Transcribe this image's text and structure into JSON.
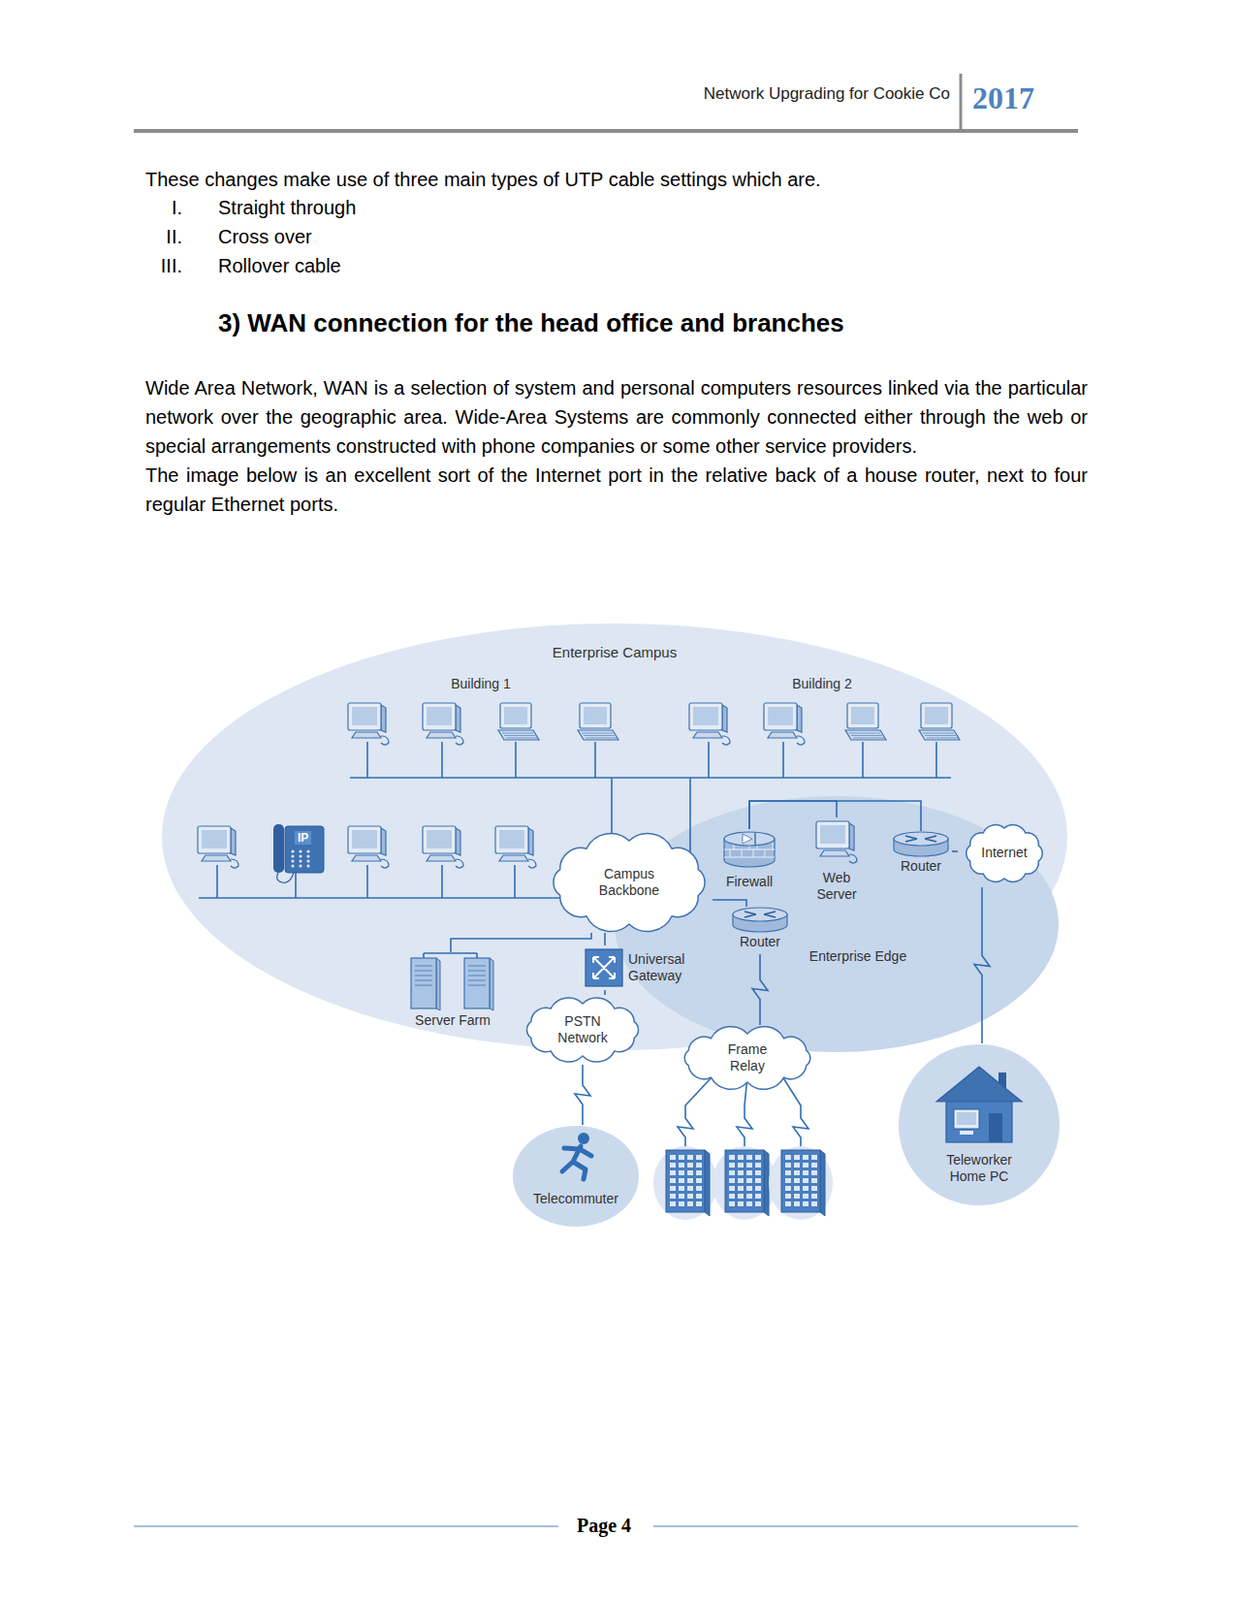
{
  "diagram": {
    "title": "3) WAN connection for the head office and branches",
    "nodes": [
      {
        "text": [
          "Enterprise Campus"
        ]
      },
      {
        "text": [
          "Enterprise Edge"
        ]
      },
      {
        "text": [
          "Campus Backbone"
        ],
        "in": 0
      },
      {
        "text": [
          "Firewall"
        ],
        "in": 1
      },
      {
        "text": [
          "Web Server"
        ],
        "in": 1
      },
      {
        "text": [
          "Router"
        ],
        "in": 1
      },
      {
        "text": [
          "Internet"
        ]
      },
      {
        "text": [
          "Server Farm"
        ],
        "in": 0
      },
      {
        "text": [
          "Universal Gateway"
        ],
        "in": 0
      },
      {
        "text": [
          "Router"
        ],
        "in": 1
      },
      {
        "text": [
          "PSTN Network"
        ]
      },
      {
        "text": [
          "Frame Relay"
        ]
      },
      {
        "text": [
          "Telecommuter"
        ]
      },
      {
        "text": [
          "Teleworker Home PC"
        ]
      }
    ],
    "edges": [
      {
        "from": 3,
        "to": 4,
        "arrow": "none"
      },
      {
        "from": 3,
        "to": 5,
        "arrow": "none"
      },
      {
        "from": 5,
        "to": 6,
        "arrow": "none"
      },
      {
        "from": 6,
        "to": 13,
        "arrow": "none"
      },
      {
        "from": 7,
        "to": 2,
        "arrow": "none"
      },
      {
        "from": 2,
        "to": 8,
        "arrow": "none"
      },
      {
        "from": 2,
        "to": 9,
        "arrow": "none"
      },
      {
        "from": 8,
        "to": 10,
        "arrow": "none"
      },
      {
        "from": 9,
        "to": 11,
        "arrow": "none"
      },
      {
        "from": 10,
        "to": 12,
        "arrow": "none"
      }
    ],
    "labels": [
      "Network Upgrading for Cookie Co",
      "2017",
      "These changes make use of three main types of UTP cable settings which are.",
      "I.",
      "Straight through",
      "II.",
      "Cross over",
      "III.",
      "Rollover cable",
      "Wide Area Network, WAN is a selection of system and personal computers resources linked via the particular network over the geographic area. Wide-Area Systems are commonly connected either through the web or special arrangements constructed with phone companies or some other service providers.",
      "The image below is an excellent sort of the Internet port in the relative back of a house router, next to four regular Ethernet ports.",
      "Building 1",
      "Building 2",
      "IP",
      "Page 4"
    ]
  }
}
